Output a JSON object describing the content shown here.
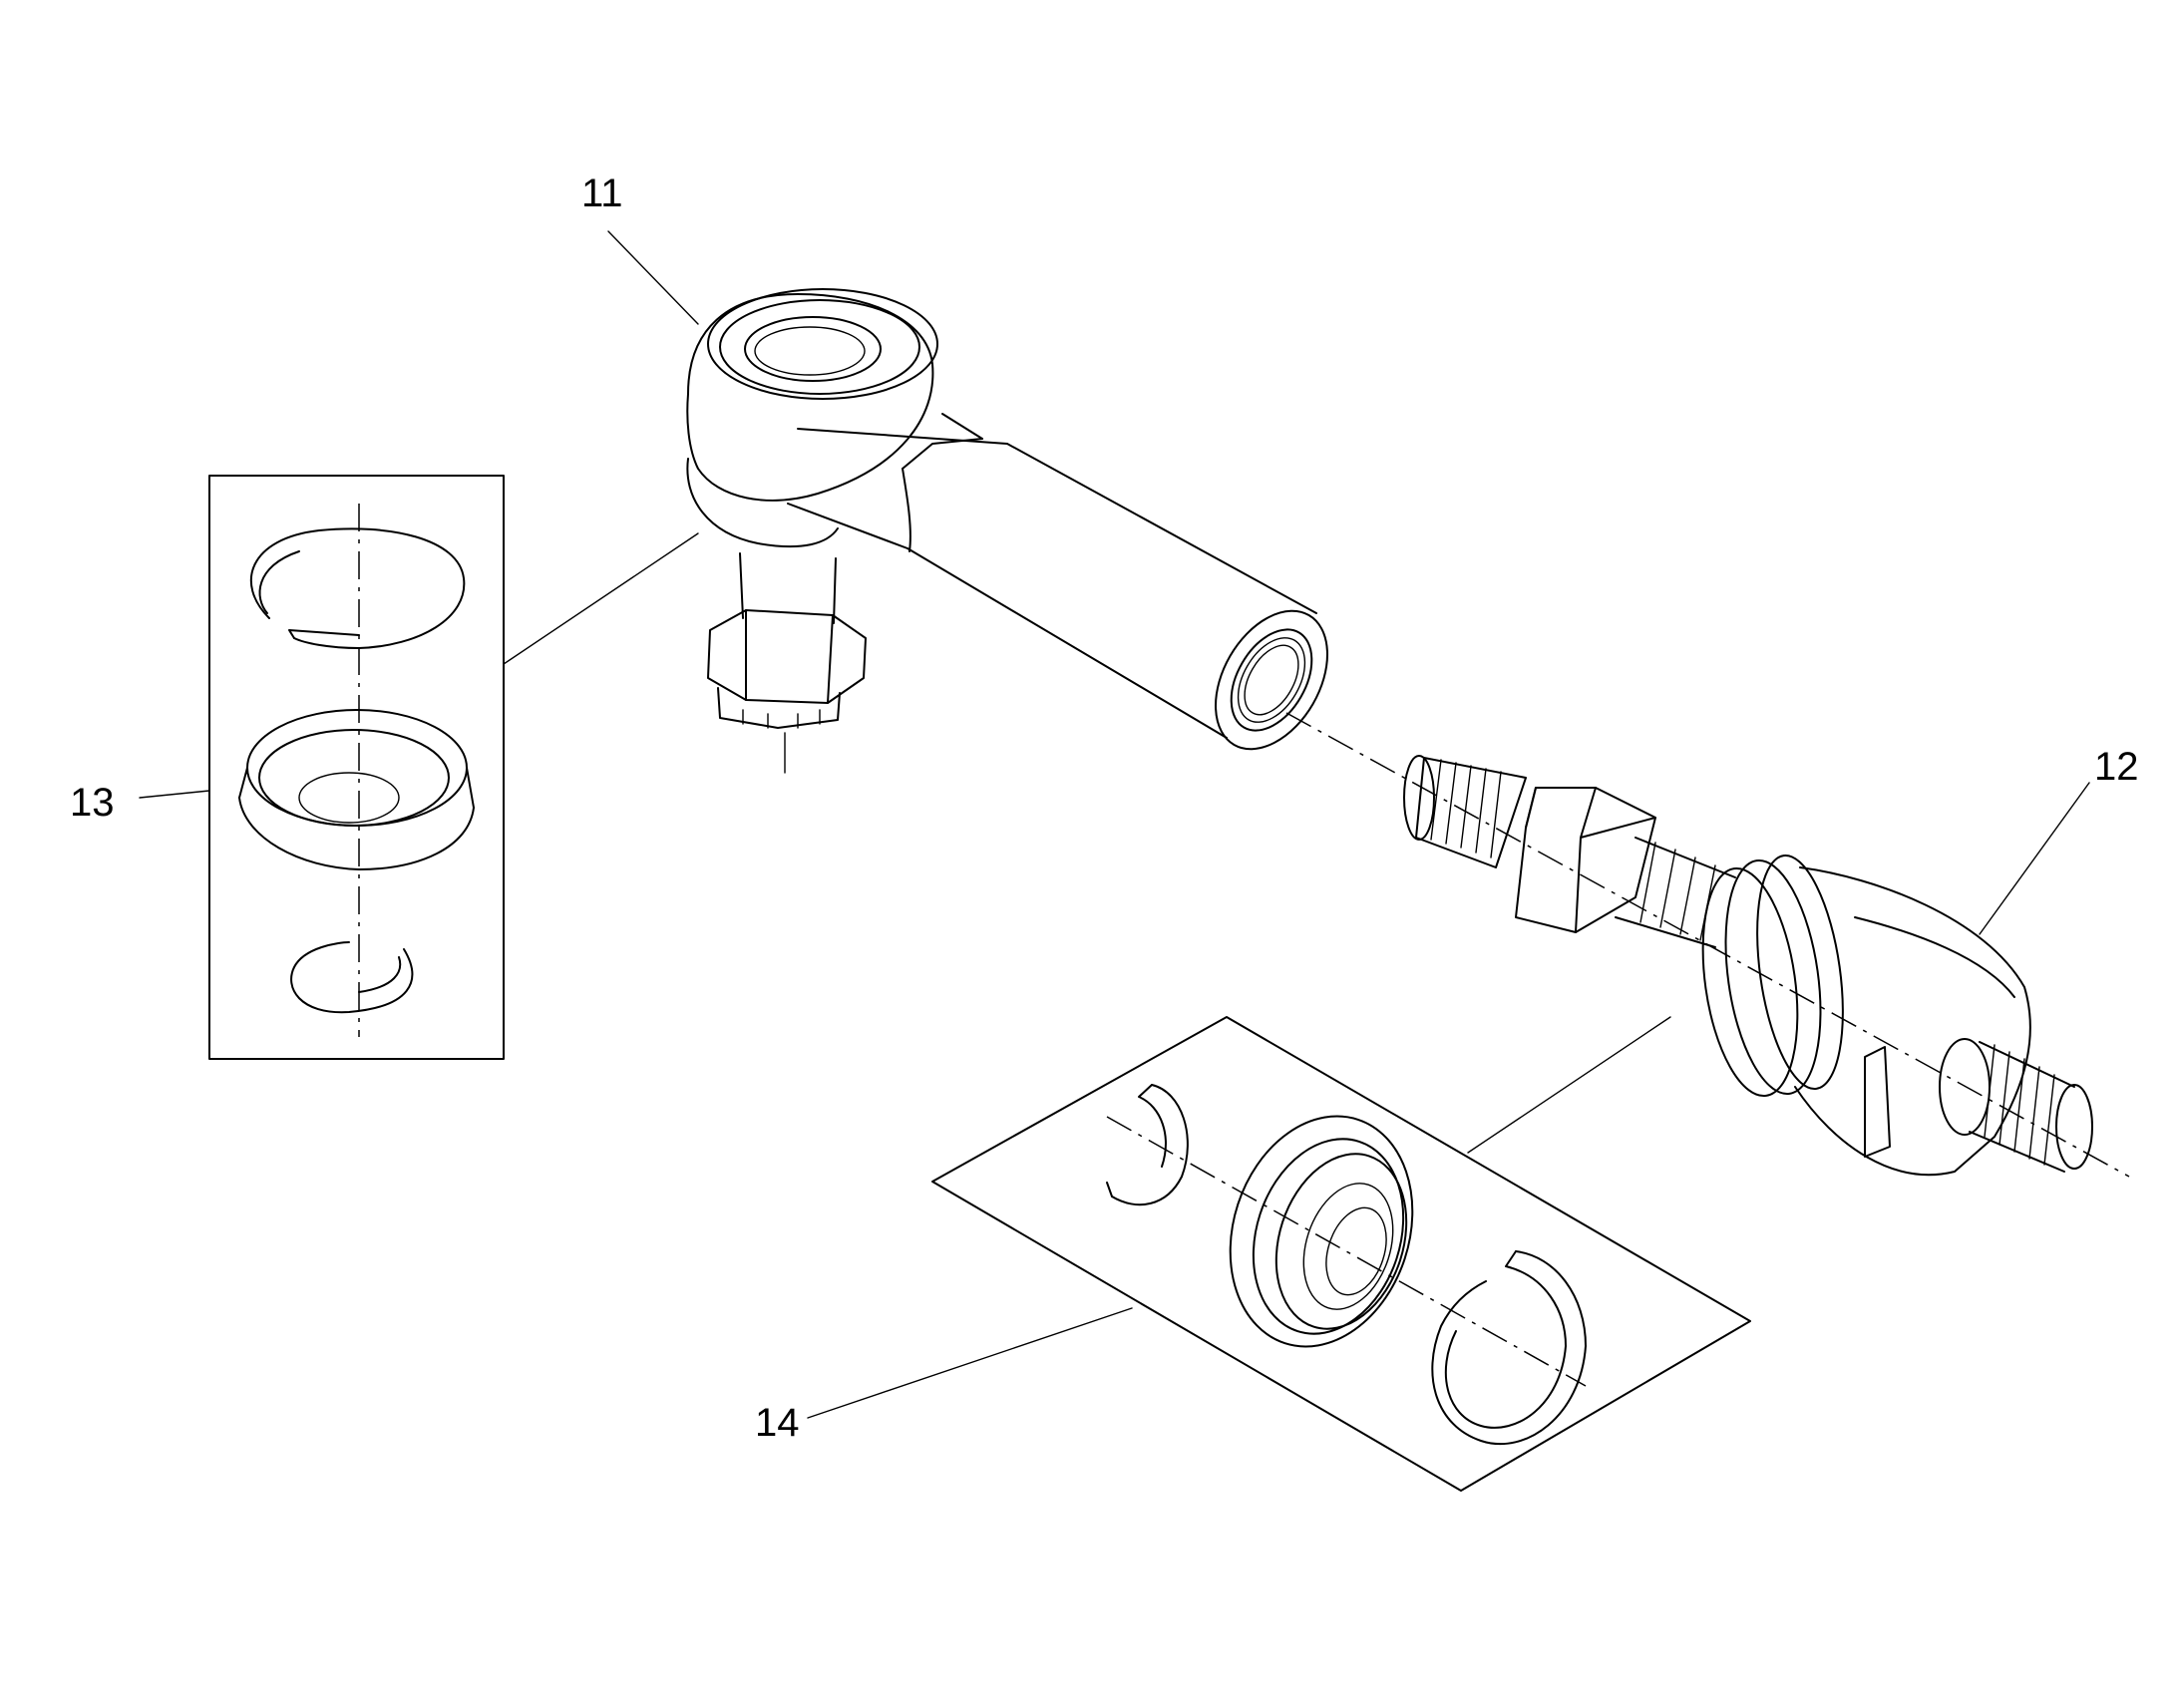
{
  "diagram": {
    "callouts": [
      {
        "id": "11",
        "label": "11"
      },
      {
        "id": "12",
        "label": "12"
      },
      {
        "id": "13",
        "label": "13"
      },
      {
        "id": "14",
        "label": "14"
      }
    ]
  }
}
